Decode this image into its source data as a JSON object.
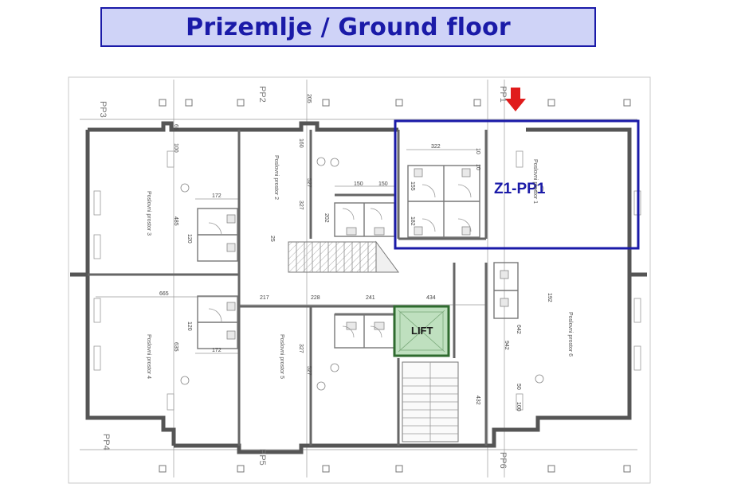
{
  "title": "Prizemlje / Ground floor",
  "plan": {
    "highlight_label": "Z1-PP1",
    "lift_label": "LIFT",
    "room_labels": {
      "pp1": "Poslovni prostor 1",
      "pp2": "Poslovni prostor 2",
      "pp3": "Poslovni prostor 3",
      "pp4": "Poslovni prostor 4",
      "pp5": "Poslovni prostor 5",
      "pp6": "Poslovni prostor 6"
    },
    "section_marks": {
      "pp1": "PP1",
      "pp2": "PP2",
      "pp3": "PP3",
      "pp4": "PP4",
      "pp5": "PP5",
      "pp6": "PP6"
    },
    "dims": {
      "d322": "322",
      "d172a": "172",
      "d172b": "172",
      "d665": "665",
      "d217": "217",
      "d228": "228",
      "d241": "241",
      "d434": "434",
      "d527a": "527",
      "d527b": "527",
      "d327a": "327",
      "d327b": "327",
      "d485": "485",
      "d635": "635",
      "d642": "642",
      "d942": "942",
      "d432": "432",
      "d202": "202",
      "d150a": "150",
      "d150b": "150",
      "d120a": "120",
      "d120b": "120",
      "d155": "155",
      "d182": "182",
      "d100a": "100",
      "d100b": "100",
      "d10a": "10",
      "d10b": "10",
      "d160": "160",
      "d205": "205",
      "d192": "192",
      "d65": "65",
      "d50": "50",
      "d25": "25"
    },
    "colors": {
      "highlight": "#1a1aa8",
      "arrow": "#e01b1b",
      "lift_fill": "#bfe0bf",
      "lift_border": "#2f6b2f",
      "wall": "#555555"
    }
  }
}
